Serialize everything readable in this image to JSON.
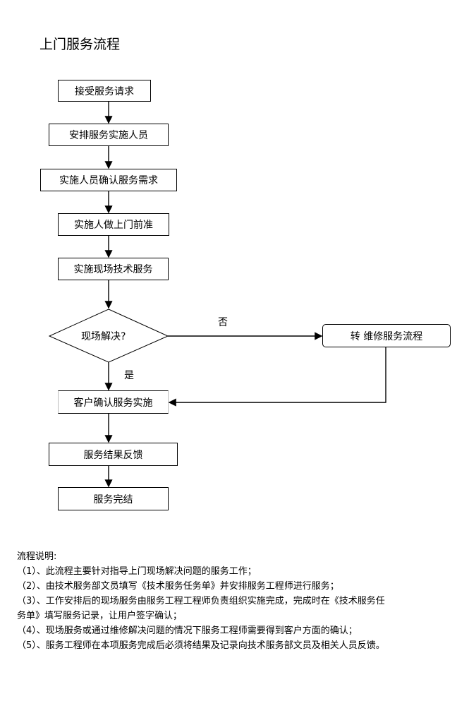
{
  "title": "上门服务流程",
  "nodes": {
    "receive": "接受服务请求",
    "arrange": "安排服务实施人员",
    "confirm_need": "实施人员确认服务需求",
    "prepare": "实施人做上门前准",
    "onsite": "实施现场技术服务",
    "decision": "现场解决?",
    "repair": "转 维修服务流程",
    "customer_confirm": "客户确认服务实施",
    "feedback": "服务结果反馈",
    "complete": "服务完结"
  },
  "edges": {
    "no": "否",
    "yes": "是"
  },
  "notes": {
    "heading": "流程说明:",
    "items": [
      "（1）、此流程主要针对指导上门现场解决问题的服务工作；",
      "（2）、由技术服务部文员填写《技术服务任务单》并安排服务工程师进行服务；",
      "（3）、工作安排后的现场服务由服务工程工程师负责组织实施完成，完成时在《技术服务任",
      "务单》填写服务记录，让用户签字确认；",
      "（4）、现场服务或通过维修解决问题的情况下服务工程师需要得到客户方面的确认；",
      "（5）、服务工程师在本项服务完成后必须将结果及记录向技术服务部文员及相关人员反馈。"
    ]
  }
}
